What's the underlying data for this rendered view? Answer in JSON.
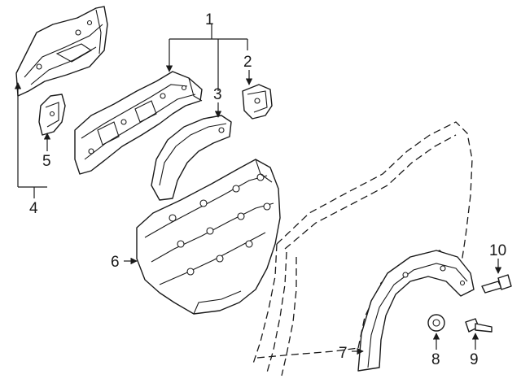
{
  "callouts": {
    "c1": "1",
    "c2": "2",
    "c3": "3",
    "c4": "4",
    "c5": "5",
    "c6": "6",
    "c7": "7",
    "c8": "8",
    "c9": "9",
    "c10": "10"
  },
  "colors": {
    "line": "#1a1a1a",
    "fill": "#ffffff"
  }
}
